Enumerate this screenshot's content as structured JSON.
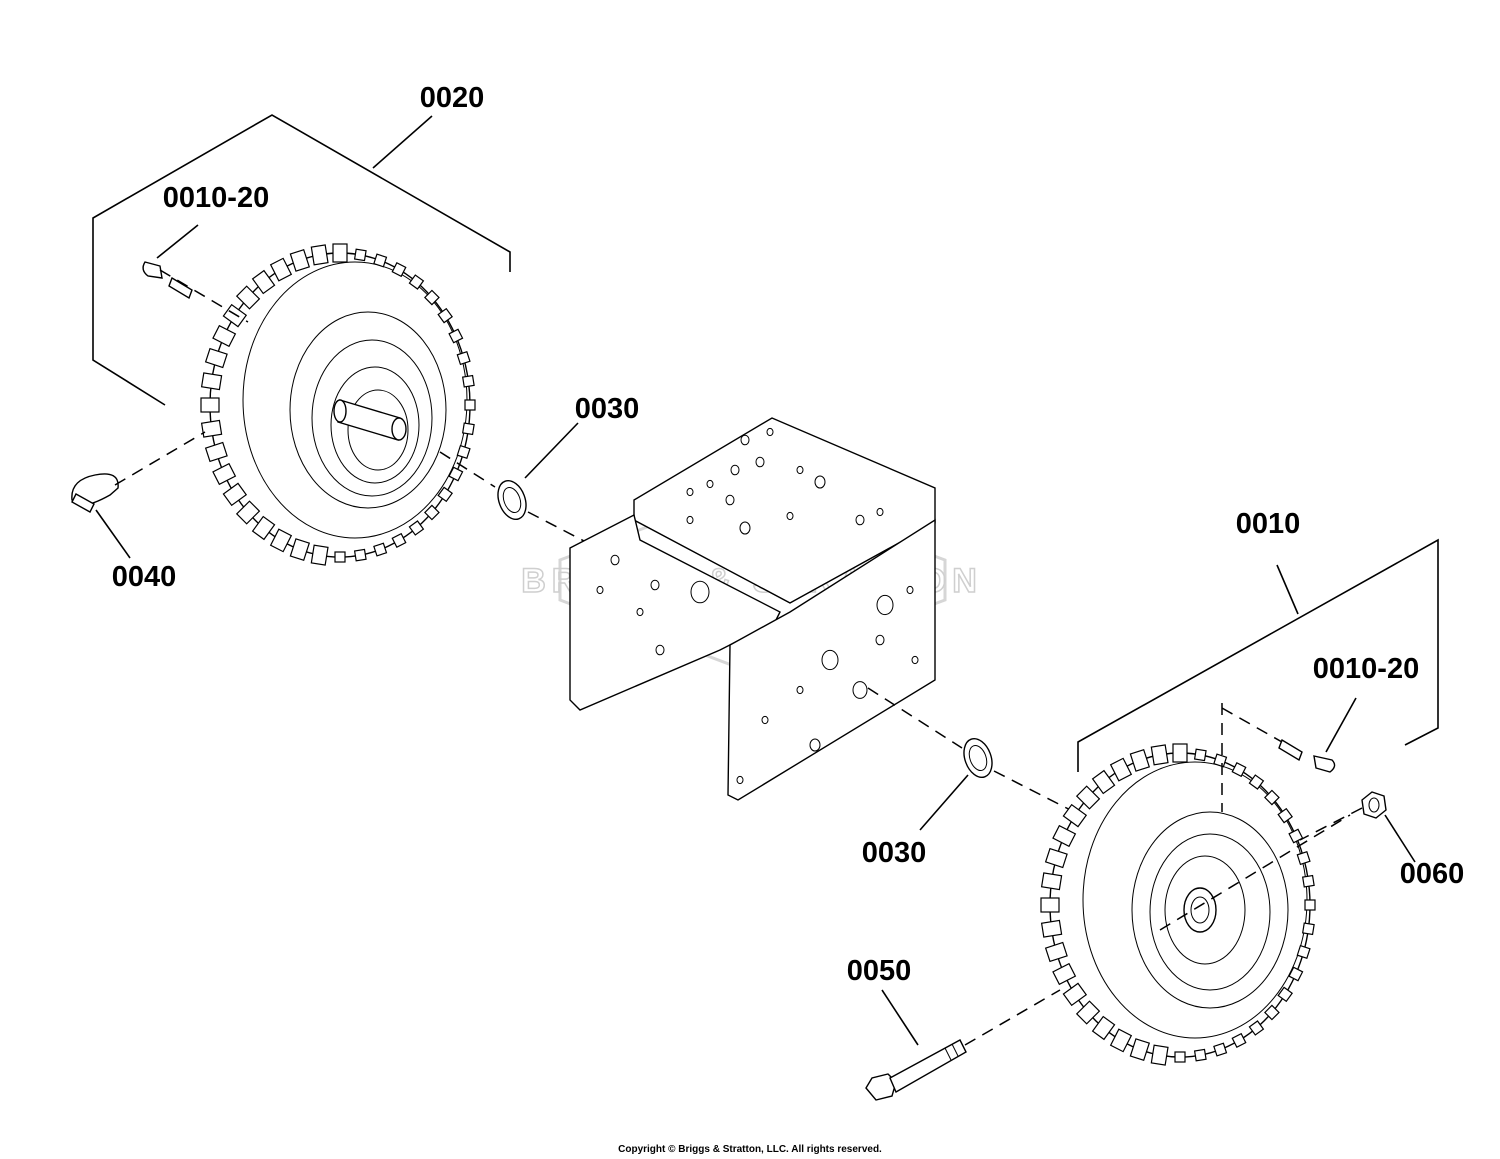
{
  "labels": {
    "assembly_left": "0020",
    "valve_left": "0010-20",
    "washer_upper": "0030",
    "pin": "0040",
    "assembly_right": "0010",
    "valve_right": "0010-20",
    "washer_lower": "0030",
    "nut": "0060",
    "bolt": "0050"
  },
  "watermark": "BRIGGS & STRATTON",
  "copyright": "Copyright © Briggs & Stratton, LLC. All rights reserved."
}
